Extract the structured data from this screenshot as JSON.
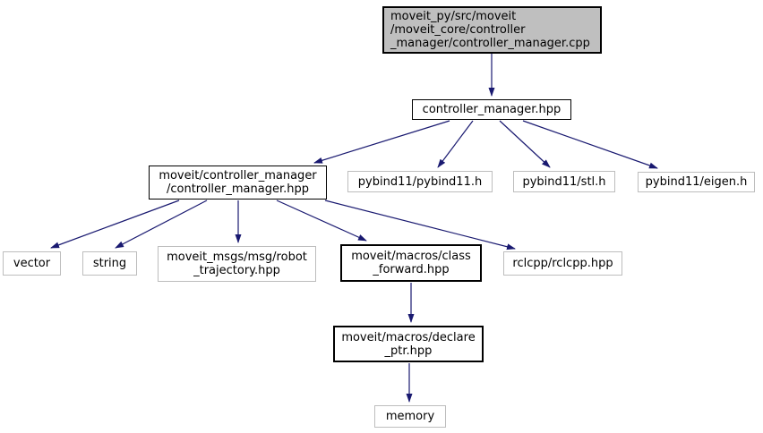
{
  "diagram": {
    "kind": "include-dependency-graph",
    "edge_color": "#191970",
    "current_node_fill": "#bfbfbf",
    "documented_border_color": "#000000",
    "external_border_color": "#bdbdbd",
    "nodes": {
      "root": {
        "label": "moveit_py/src/moveit\n/moveit_core/controller\n_manager/controller_manager.cpp"
      },
      "cm_hpp": {
        "label": "controller_manager.hpp"
      },
      "mcm_hpp": {
        "label": "moveit/controller_manager\n/controller_manager.hpp"
      },
      "pybind11": {
        "label": "pybind11/pybind11.h"
      },
      "stl": {
        "label": "pybind11/stl.h"
      },
      "eigen": {
        "label": "pybind11/eigen.h"
      },
      "vector": {
        "label": "vector"
      },
      "string": {
        "label": "string"
      },
      "robot_traj": {
        "label": "moveit_msgs/msg/robot\n_trajectory.hpp"
      },
      "class_forward": {
        "label": "moveit/macros/class\n_forward.hpp"
      },
      "rclcpp": {
        "label": "rclcpp/rclcpp.hpp"
      },
      "declare_ptr": {
        "label": "moveit/macros/declare\n_ptr.hpp"
      },
      "memory": {
        "label": "memory"
      }
    },
    "edges": [
      {
        "from": "root",
        "to": "cm_hpp"
      },
      {
        "from": "cm_hpp",
        "to": "mcm_hpp"
      },
      {
        "from": "cm_hpp",
        "to": "pybind11"
      },
      {
        "from": "cm_hpp",
        "to": "stl"
      },
      {
        "from": "cm_hpp",
        "to": "eigen"
      },
      {
        "from": "mcm_hpp",
        "to": "vector"
      },
      {
        "from": "mcm_hpp",
        "to": "string"
      },
      {
        "from": "mcm_hpp",
        "to": "robot_traj"
      },
      {
        "from": "mcm_hpp",
        "to": "class_forward"
      },
      {
        "from": "mcm_hpp",
        "to": "rclcpp"
      },
      {
        "from": "class_forward",
        "to": "declare_ptr"
      },
      {
        "from": "declare_ptr",
        "to": "memory"
      }
    ]
  }
}
